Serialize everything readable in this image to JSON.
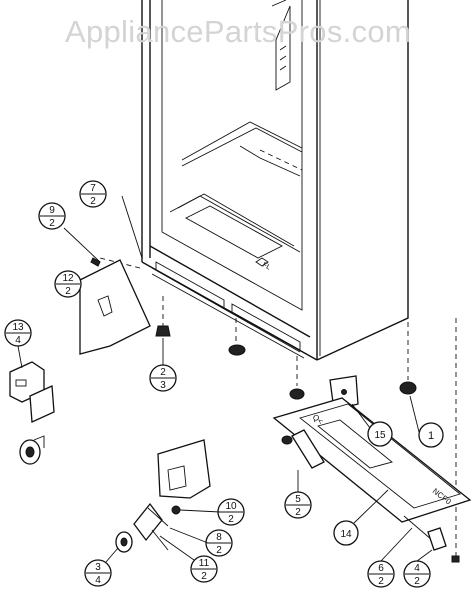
{
  "watermark": "AppliancePartsPros.com",
  "callouts": [
    {
      "id": "c7",
      "top": "7",
      "bottom": "2"
    },
    {
      "id": "c9",
      "top": "9",
      "bottom": "2"
    },
    {
      "id": "c12",
      "top": "12",
      "bottom": "2"
    },
    {
      "id": "c13",
      "top": "13",
      "bottom": "4"
    },
    {
      "id": "c2",
      "top": "2",
      "bottom": "3"
    },
    {
      "id": "c5",
      "top": "5",
      "bottom": "2"
    },
    {
      "id": "c10",
      "top": "10",
      "bottom": "2"
    },
    {
      "id": "c8",
      "top": "8",
      "bottom": "2"
    },
    {
      "id": "c11",
      "top": "11",
      "bottom": "2"
    },
    {
      "id": "c3",
      "top": "3",
      "bottom": "4"
    },
    {
      "id": "c6",
      "top": "6",
      "bottom": "2"
    },
    {
      "id": "c4",
      "top": "4",
      "bottom": "2"
    }
  ],
  "labels": {
    "p1": "1",
    "p14": "14",
    "p15": "15"
  }
}
